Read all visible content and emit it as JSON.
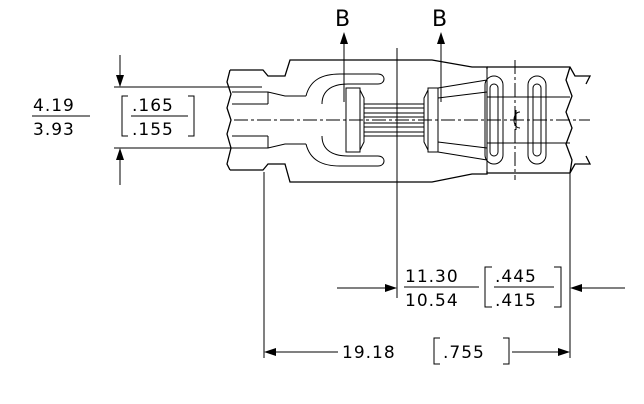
{
  "section_marks": {
    "left": "B",
    "right": "B"
  },
  "dimensions": {
    "height": {
      "metric_max": "4.19",
      "metric_min": "3.93",
      "inch_max": ".165",
      "inch_min": ".155"
    },
    "partial_length": {
      "metric_max": "11.30",
      "metric_min": "10.54",
      "inch_max": ".445",
      "inch_min": ".415"
    },
    "overall_length": {
      "metric": "19.18",
      "inch": ".755"
    }
  }
}
